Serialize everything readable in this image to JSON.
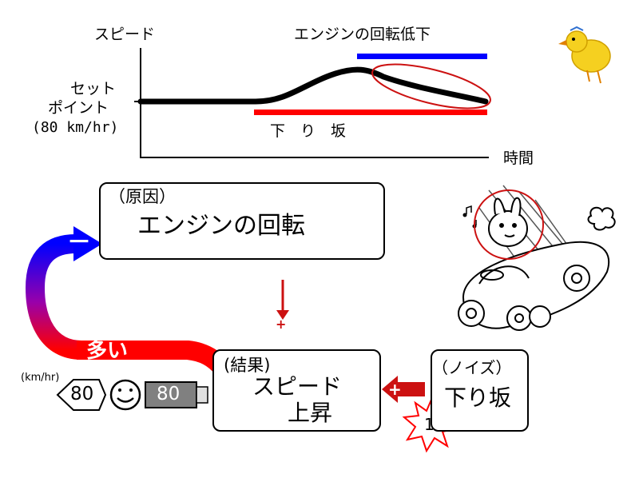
{
  "graph": {
    "y_label": "スピード",
    "top_label": "エンジンの回転低下",
    "setpoint_line1": "セット",
    "setpoint_line2": "ポイント",
    "setpoint_value": "(80 km/hr)",
    "slope_label": "下　り　坂",
    "x_label": "時間"
  },
  "cause": {
    "tag": "（原因）",
    "main": "エンジンの回転"
  },
  "result": {
    "tag": "(結果)",
    "main": "スピード",
    "sub": "上昇"
  },
  "noise": {
    "tag": "（ノイズ）",
    "main": "下り坂",
    "burst_number": "1"
  },
  "feedback": {
    "many_label": "多い",
    "minus_sign": "－",
    "plus_sign": "+",
    "unit": "(km/hr)",
    "sign_value": "80",
    "meter_value": "80"
  },
  "colors": {
    "red": "#ff0000",
    "blue": "#0000ff",
    "dark_red": "#cc1111",
    "meter": "#808080"
  },
  "icons": [
    "chick-icon",
    "rabbit-driver-car-icon",
    "smiley-icon",
    "down-arrow-icon",
    "burst-icon"
  ]
}
